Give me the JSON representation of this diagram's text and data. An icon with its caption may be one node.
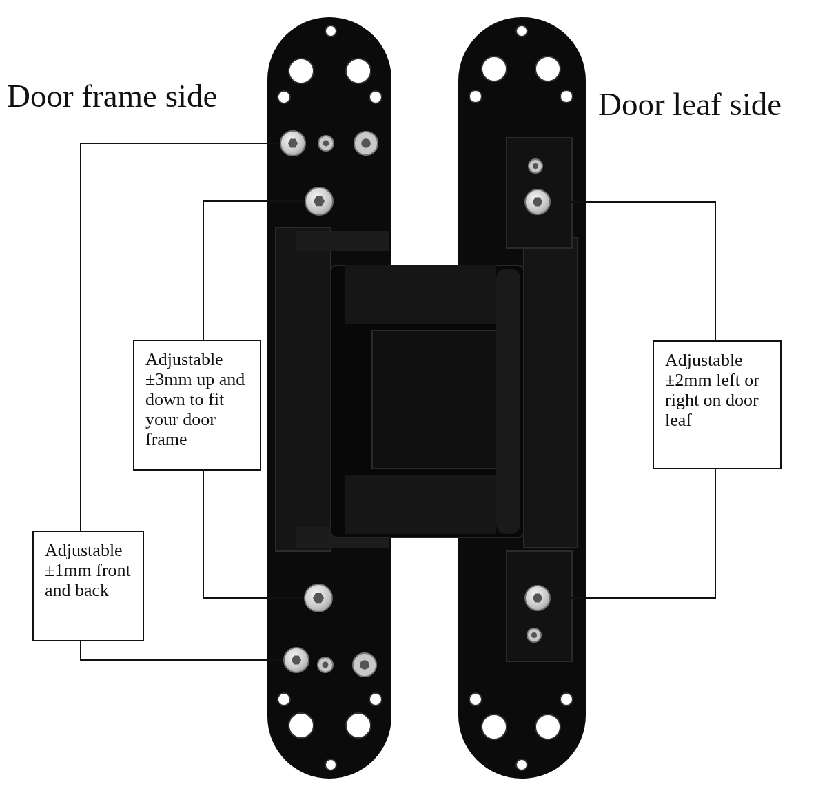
{
  "diagram": {
    "nodes": [
      {
        "text": [],
        "shape": "circle"
      },
      {
        "text": [],
        "shape": "circle"
      },
      {
        "text": [],
        "shape": "circle"
      },
      {
        "text": [
          "Adjustable ±3mm up and down to fit your door frame"
        ]
      },
      {
        "text": [
          "Adjustable ±2mm left or right on door leaf"
        ]
      },
      {
        "text": [
          "Adjustable ±1mm front and back"
        ]
      },
      {
        "text": [],
        "shape": "circle"
      },
      {
        "text": [],
        "shape": "circle"
      },
      {
        "text": [],
        "shape": "circle"
      }
    ],
    "edges": [
      {
        "from": 3,
        "to": 2,
        "arrow": "none"
      },
      {
        "from": 3,
        "to": 6,
        "arrow": "none"
      },
      {
        "from": 4,
        "to": 1,
        "arrow": "none"
      },
      {
        "from": 4,
        "to": 7,
        "arrow": "none"
      },
      {
        "from": 5,
        "to": 0,
        "arrow": "none"
      },
      {
        "from": 5,
        "to": 8,
        "arrow": "none"
      }
    ],
    "labels": [
      "Door frame side",
      "Door leaf side"
    ]
  }
}
